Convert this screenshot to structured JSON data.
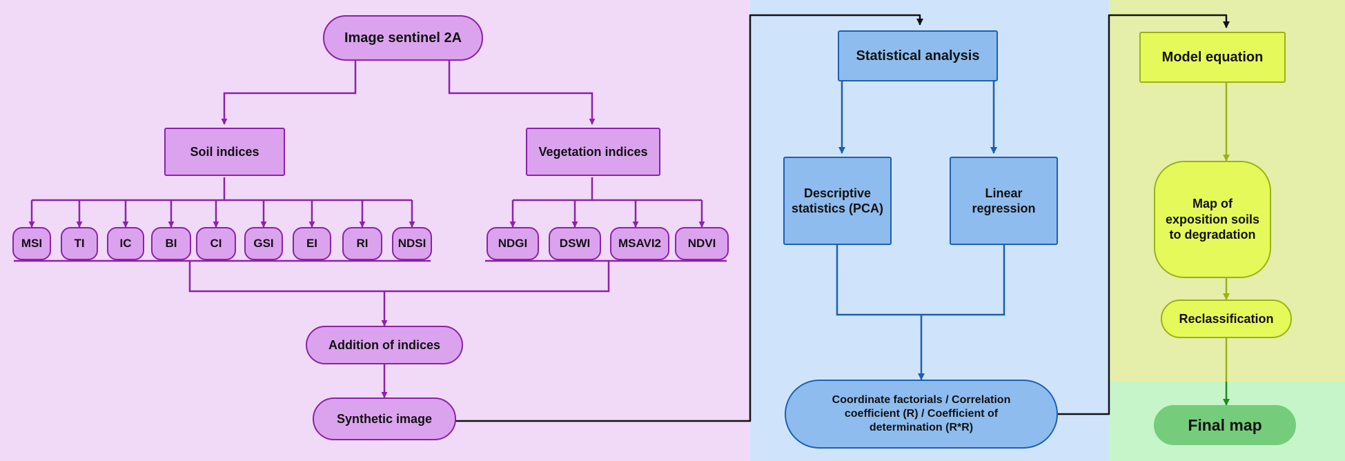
{
  "left_panel": {
    "image_source": "Image sentinel 2A",
    "soil_indices_label": "Soil indices",
    "vegetation_indices_label": "Vegetation indices",
    "soil_indices": [
      "MSI",
      "TI",
      "IC",
      "BI",
      "CI",
      "GSI",
      "EI",
      "RI",
      "NDSI"
    ],
    "vegetation_indices": [
      "NDGI",
      "DSWI",
      "MSAVI2",
      "NDVI"
    ],
    "addition": "Addition of indices",
    "synthetic": "Synthetic image"
  },
  "middle_panel": {
    "statistical_analysis": "Statistical analysis",
    "descriptive": "Descriptive statistics (PCA)",
    "regression": "Linear regression",
    "coordinate": "Coordinate factorials / Correlation coefficient  (R) / Coefficient of determination (R*R)"
  },
  "right_panel": {
    "model_equation": "Model equation",
    "map_exposition": "Map of exposition soils to degradation",
    "reclassification": "Reclassification",
    "final_map": "Final map"
  },
  "colors": {
    "left_bg": "#f1d9f8",
    "middle_bg": "#cfe4fb",
    "right_bg": "#e5efa9",
    "final_bg": "#c6f5c9",
    "purple_node": "#dba3ee",
    "purple_line": "#8b22a8",
    "blue_node": "#8ebcee",
    "blue_line": "#1d5fb0",
    "yellow_node": "#e6f95a",
    "yellow_line": "#9ab215",
    "green_node": "#75cd7b"
  }
}
